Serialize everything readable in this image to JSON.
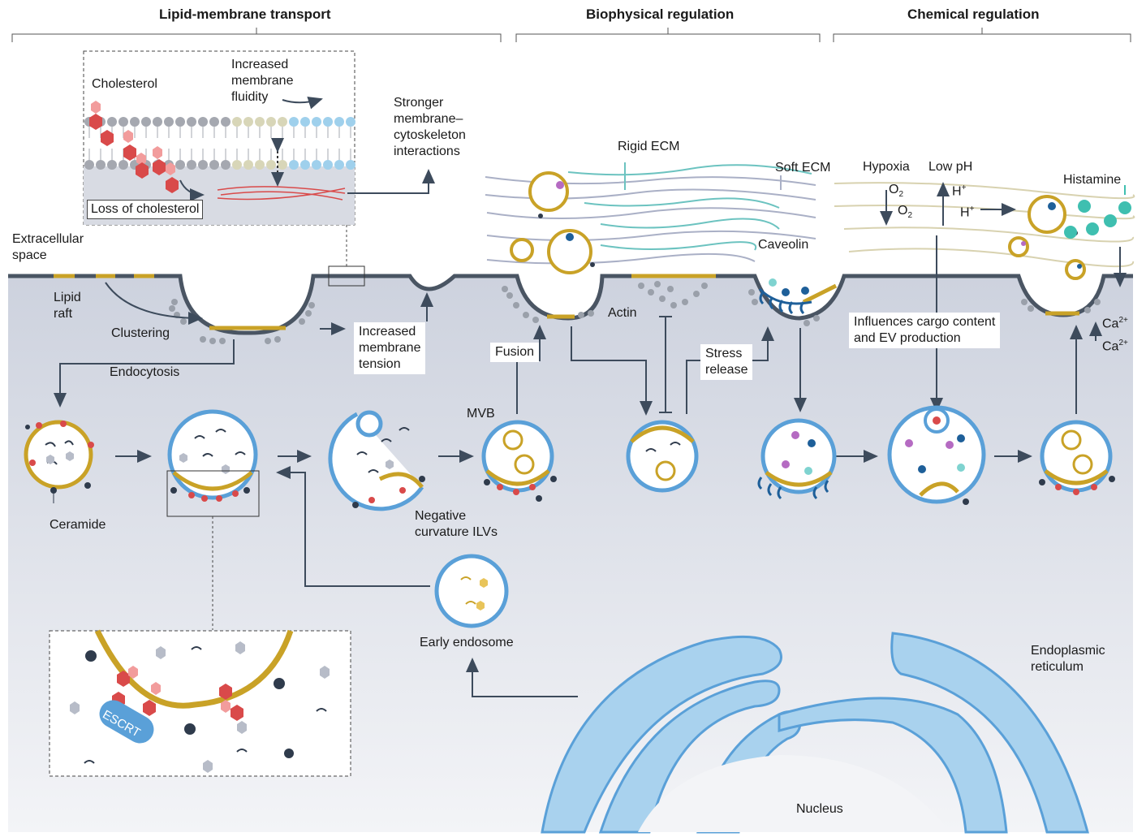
{
  "headers": {
    "lipid": "Lipid-membrane transport",
    "biophysical": "Biophysical regulation",
    "chemical": "Chemical regulation"
  },
  "labels": {
    "cholesterol": "Cholesterol",
    "increased_fluidity": "Increased\nmembrane\nfluidity",
    "loss_cholesterol": "Loss of cholesterol",
    "stronger": "Stronger\nmembrane–\ncytoskeleton\ninteractions",
    "extracellular": "Extracellular\nspace",
    "lipid_raft": "Lipid\nraft",
    "clustering": "Clustering",
    "endocytosis": "Endocytosis",
    "increased_tension": "Increased\nmembrane\ntension",
    "rigid_ecm": "Rigid ECM",
    "soft_ecm": "Soft ECM",
    "caveolin": "Caveolin",
    "actin": "Actin",
    "fusion": "Fusion",
    "mvb": "MVB",
    "stress_release": "Stress\nrelease",
    "hypoxia": "Hypoxia",
    "low_ph": "Low pH",
    "histamine": "Histamine",
    "o2": "O",
    "o2_sub": "2",
    "h_plus": "H",
    "plus": "+",
    "ca": "Ca",
    "ca_sup": "2+",
    "influences": "Influences cargo content\nand EV production",
    "ceramide": "Ceramide",
    "negative_curvature": "Negative\ncurvature ILVs",
    "early_endosome": "Early endosome",
    "escrt": "ESCRT",
    "endoplasmic": "Endoplasmic\nreticulum",
    "nucleus": "Nucleus"
  },
  "colors": {
    "cytoplasm": "#dfe2ea",
    "membrane": "#4a5563",
    "vesicle_gold": "#c9a227",
    "endosome_blue": "#5aa0d8",
    "er_fill": "#a9d2ee",
    "cholesterol_red": "#d94a4a",
    "rigid_ecm": "#6cc3c0",
    "soft_ecm": "#aab0c6",
    "chem_ecm": "#d8d2b0",
    "histamine": "#3fbfb0"
  }
}
